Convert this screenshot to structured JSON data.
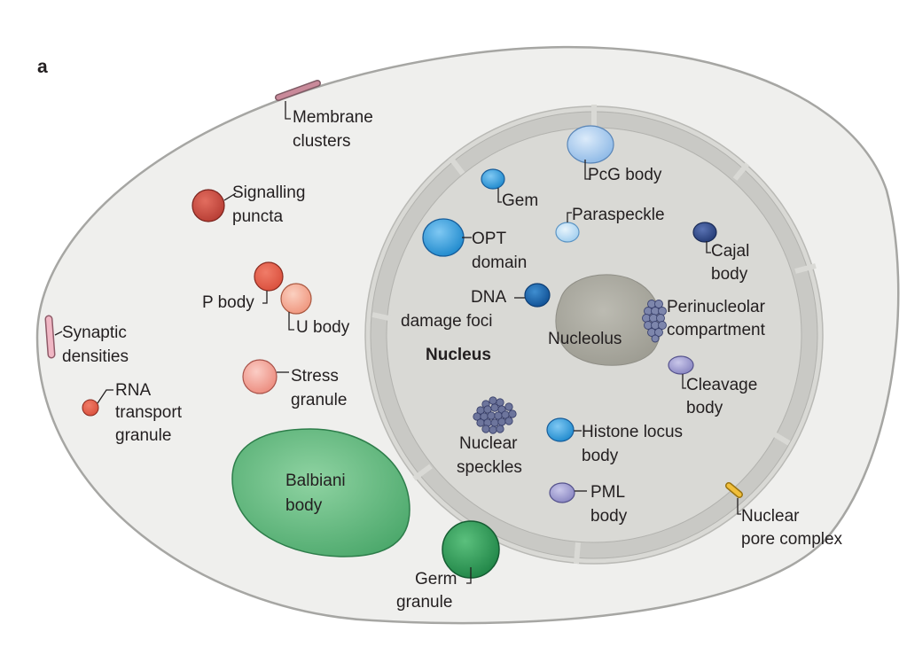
{
  "panel_label": "a",
  "nucleus_label": "Nucleus",
  "nucleolus_label": "Nucleolus",
  "labels": {
    "membrane_clusters": [
      "Membrane",
      "clusters"
    ],
    "signalling_puncta": [
      "Signalling",
      "puncta"
    ],
    "p_body": "P body",
    "u_body": "U body",
    "synaptic_densities": [
      "Synaptic",
      "densities"
    ],
    "stress_granule": [
      "Stress",
      "granule"
    ],
    "rna_transport_granule": [
      "RNA",
      "transport",
      "granule"
    ],
    "balbiani_body": [
      "Balbiani",
      "body"
    ],
    "germ_granule": [
      "Germ",
      "granule"
    ],
    "pcg_body": "PcG body",
    "gem": "Gem",
    "paraspeckle": "Paraspeckle",
    "opt_domain": [
      "OPT",
      "domain"
    ],
    "cajal_body": [
      "Cajal",
      "body"
    ],
    "dna_damage_foci": [
      "DNA",
      "damage foci"
    ],
    "perinucleolar_compartment": [
      "Perinucleolar",
      "compartment"
    ],
    "cleavage_body": [
      "Cleavage",
      "body"
    ],
    "nuclear_speckles": [
      "Nuclear",
      "speckles"
    ],
    "histone_locus_body": [
      "Histone locus",
      "body"
    ],
    "pml_body": [
      "PML",
      "body"
    ],
    "nuclear_pore_complex": [
      "Nuclear",
      "pore complex"
    ]
  },
  "colors": {
    "cell_fill": "#efefed",
    "cell_stroke": "#a6a6a3",
    "nucleus_fill": "#d9d9d5",
    "envelope_fill": "#c8c8c4",
    "nucleolus_fill": "#aaa9a0",
    "red_dark": "#c0443a",
    "red_mid": "#e1695a",
    "salmon": "#f2a08e",
    "pink": "#eaa7b7",
    "green": "#66bd80",
    "green_dark": "#2e9a58",
    "blue_light": "#b7d4f1",
    "blue": "#3a9fdc",
    "blue_dark": "#1f69b0",
    "navy": "#2f4a8a",
    "lavender": "#9f9dcf",
    "pore_gold": "#f1bf3b"
  }
}
